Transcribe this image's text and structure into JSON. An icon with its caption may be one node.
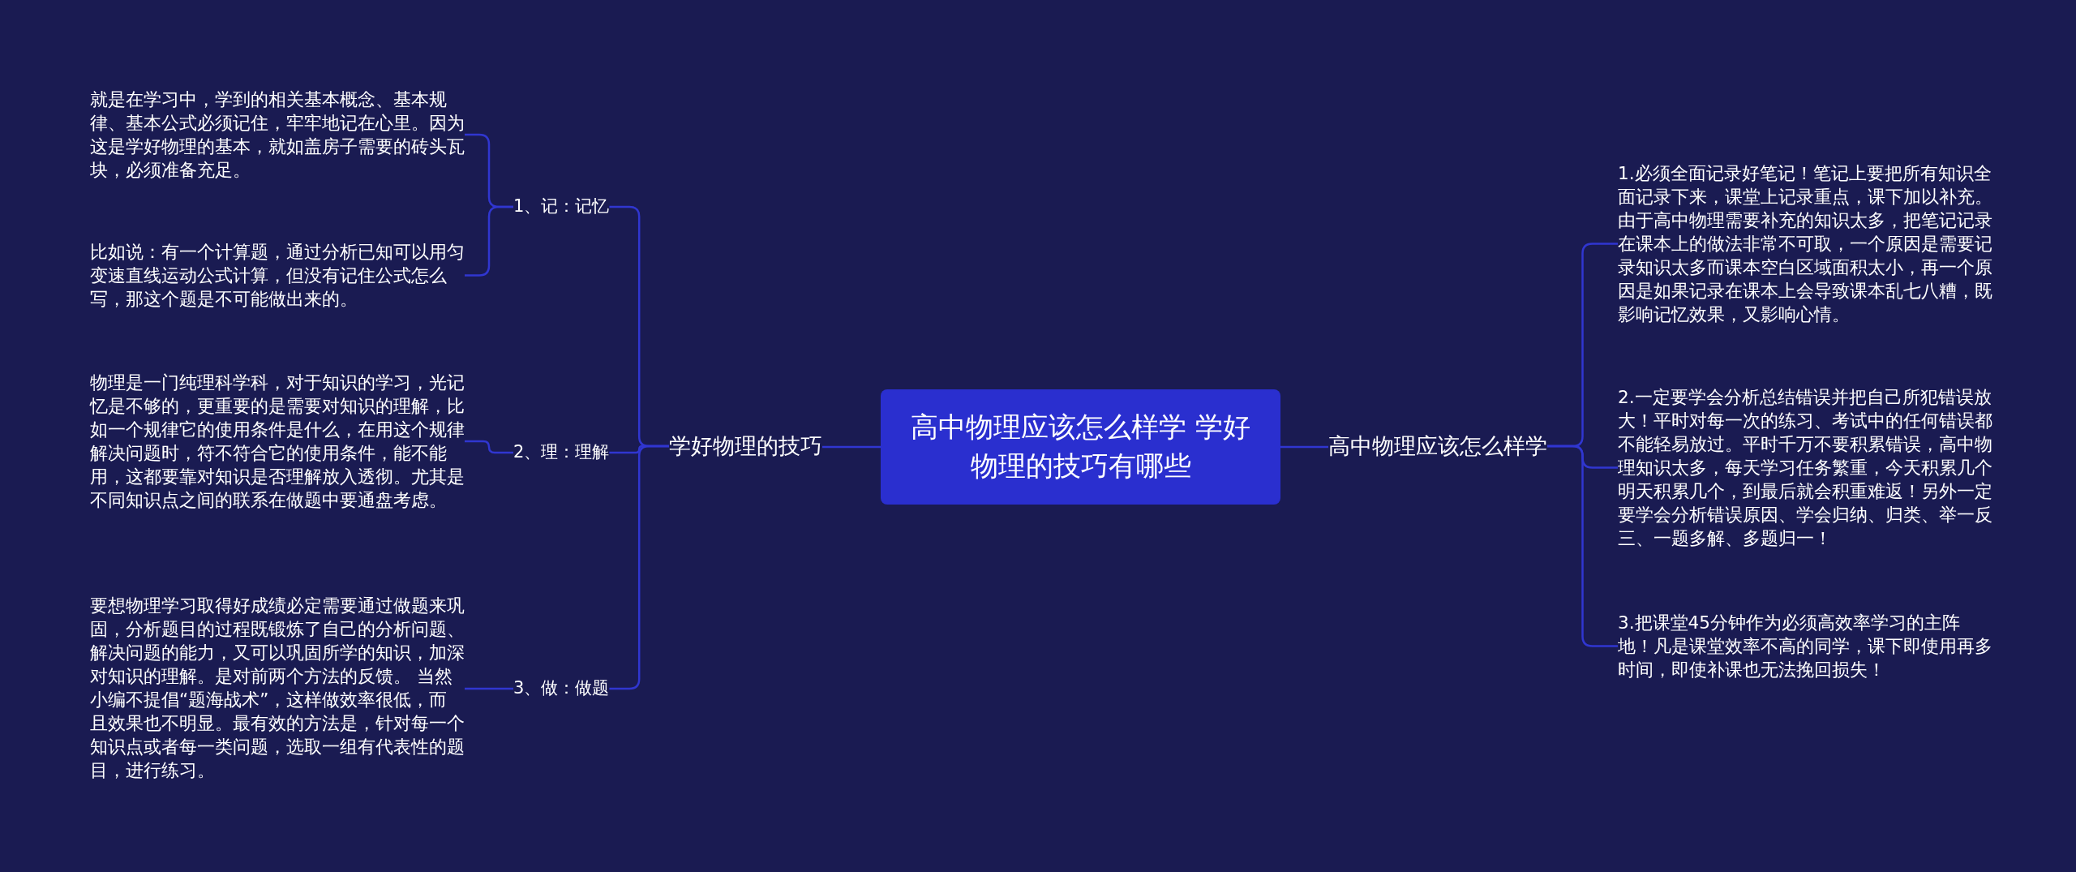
{
  "diagram": {
    "nodes": [
      {
        "text": [
          "高中物理应该怎么样学 学好物理的技巧有哪些"
        ]
      },
      {
        "text": [
          "学好物理的技巧"
        ]
      },
      {
        "text": [
          "1、记：记忆"
        ]
      },
      {
        "text": [
          "就是在学习中，学到的相关基本概念、基本规律、基本公式必须记住，牢牢地记在心里。因为这是学好物理的基本，就如盖房子需要的砖头瓦块，必须准备充足。"
        ]
      },
      {
        "text": [
          "比如说：有一个计算题，通过分析已知可以用匀变速直线运动公式计算，但没有记住公式怎么写，那这个题是不可能做出来的。"
        ]
      },
      {
        "text": [
          "2、理：理解"
        ]
      },
      {
        "text": [
          "物理是一门纯理科学科，对于知识的学习，光记忆是不够的，更重要的是需要对知识的理解，比如一个规律它的使用条件是什么，在用这个规律解决问题时，符不符合它的使用条件，能不能用，这都要靠对知识是否理解放入透彻。尤其是不同知识点之间的联系在做题中要通盘考虑。"
        ]
      },
      {
        "text": [
          "3、做：做题"
        ]
      },
      {
        "text": [
          "要想物理学习取得好成绩必定需要通过做题来巩固，分析题目的过程既锻炼了自己的分析问题、解决问题的能力，又可以巩固所学的知识，加深对知识的理解。是对前两个方法的反馈。 当然小编不提倡“题海战术”，这样做效率很低，而且效果也不明显。最有效的方法是，针对每一个知识点或者每一类问题，选取一组有代表性的题目，进行练习。"
        ]
      },
      {
        "text": [
          "高中物理应该怎么样学"
        ]
      },
      {
        "text": [
          "1.必须全面记录好笔记！笔记上要把所有知识全面记录下来，课堂上记录重点，课下加以补充。由于高中物理需要补充的知识太多，把笔记记录在课本上的做法非常不可取，一个原因是需要记录知识太多而课本空白区域面积太小，再一个原因是如果记录在课本上会导致课本乱七八糟，既影响记忆效果，又影响心情。"
        ]
      },
      {
        "text": [
          "2.一定要学会分析总结错误并把自己所犯错误放大！平时对每一次的练习、考试中的任何错误都不能轻易放过。平时千万不要积累错误，高中物理知识太多，每天学习任务繁重，今天积累几个明天积累几个，到最后就会积重难返！另外一定要学会分析错误原因、学会归纳、归类、举一反三、一题多解、多题归一！"
        ]
      },
      {
        "text": [
          "3.把课堂45分钟作为必须高效率学习的主阵地！凡是课堂效率不高的同学，课下即使用再多时间，即使补课也无法挽回损失！"
        ]
      }
    ],
    "edges": [
      {
        "from": 0,
        "to": 1,
        "arrow": "none"
      },
      {
        "from": 1,
        "to": 2,
        "arrow": "none"
      },
      {
        "from": 2,
        "to": 3,
        "arrow": "none"
      },
      {
        "from": 2,
        "to": 4,
        "arrow": "none"
      },
      {
        "from": 1,
        "to": 5,
        "arrow": "none"
      },
      {
        "from": 5,
        "to": 6,
        "arrow": "none"
      },
      {
        "from": 1,
        "to": 7,
        "arrow": "none"
      },
      {
        "from": 7,
        "to": 8,
        "arrow": "none"
      },
      {
        "from": 0,
        "to": 9,
        "arrow": "none"
      },
      {
        "from": 9,
        "to": 10,
        "arrow": "none"
      },
      {
        "from": 9,
        "to": 11,
        "arrow": "none"
      },
      {
        "from": 9,
        "to": 12,
        "arrow": "none"
      }
    ]
  }
}
